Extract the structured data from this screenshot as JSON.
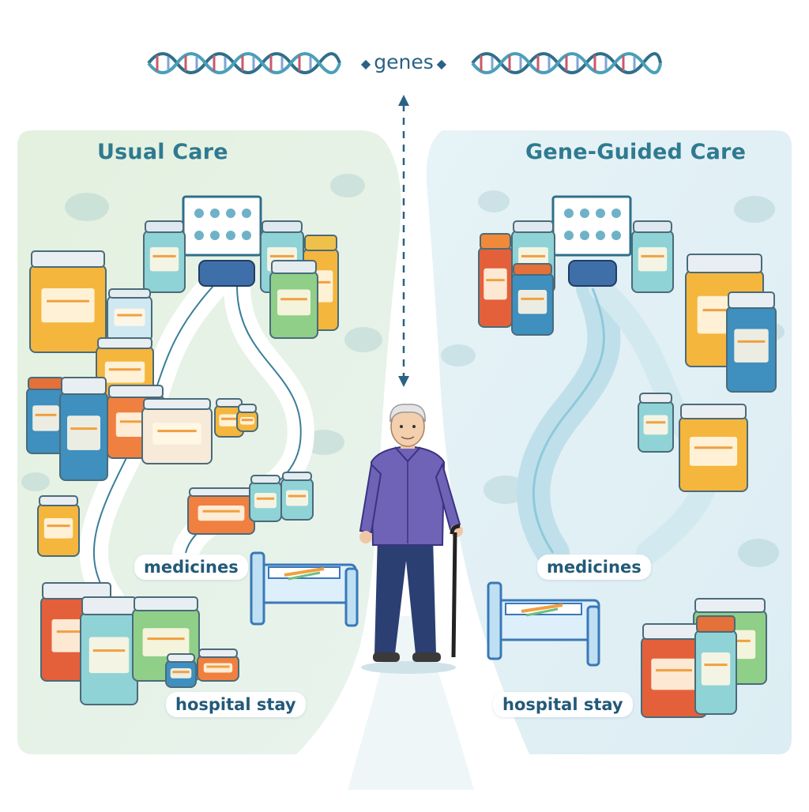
{
  "header": {
    "label": "genes"
  },
  "panels": {
    "left": {
      "title": "Usual Care",
      "medicines_label": "medicines",
      "hospital_label": "hospital stay"
    },
    "right": {
      "title": "Gene-Guided Care",
      "medicines_label": "medicines",
      "hospital_label": "hospital stay"
    }
  },
  "colors": {
    "left_panel_bg": "#e6f2e4",
    "right_panel_bg": "#e3f1f6",
    "title_text": "#2f7a90",
    "label_text": "#235a78",
    "path_left": "#3a7f98",
    "path_right": "#8fc9db",
    "person_shirt": "#6f63b8",
    "person_pants": "#2b3f72"
  }
}
